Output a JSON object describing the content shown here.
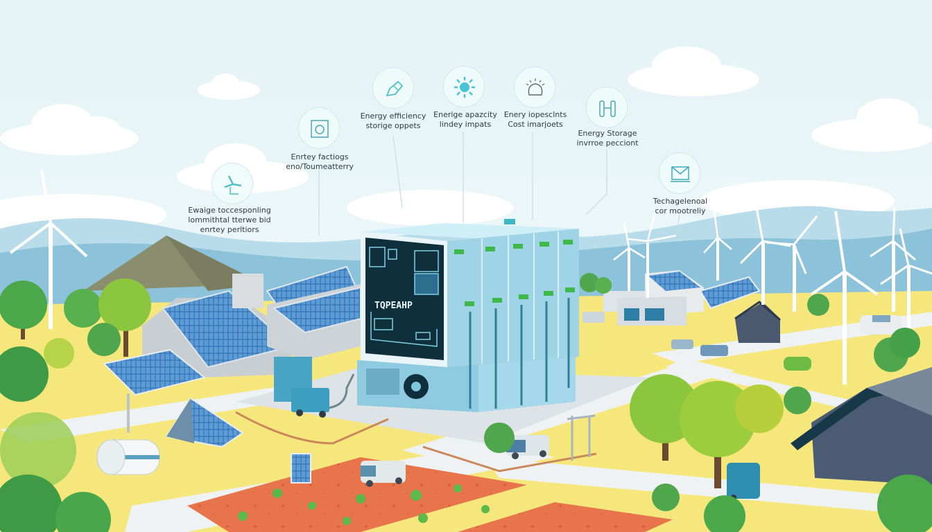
{
  "illustration": {
    "subject": "Renewable energy storage facility in an isometric landscape",
    "colors": {
      "sky_top": "#e4f4f7",
      "sky_bottom": "#f4fbfc",
      "mountains": "#8fc4dc",
      "mountains_far": "#b5dbe9",
      "ground_yellow": "#f5e67a",
      "ground_red": "#e8734a",
      "road": "#eef1f2",
      "building_blue": "#a9dcec",
      "panel_dark": "#0f2f3d",
      "solar_blue": "#3f7fbf",
      "tree_green": "#4fae4a",
      "house_dark": "#4a5a72",
      "accent_teal": "#3fb6c4"
    }
  },
  "callouts": [
    {
      "id": "wind",
      "icon": "wind-turbine-icon",
      "line1": "Ewaige toccesponling",
      "line2": "lommithtal tterwe bid",
      "line3": "enrtey perltiors"
    },
    {
      "id": "storage-box",
      "icon": "water-drop-box-icon",
      "line1": "Enrtey factiogs",
      "line2": "eno/Toumeatterry"
    },
    {
      "id": "efficiency",
      "icon": "battery-plug-icon",
      "line1": "Energy efficiency",
      "line2": "storige oppets"
    },
    {
      "id": "capacity",
      "icon": "sun-icon",
      "line1": "Enerige apazcity",
      "line2": "lindey impats"
    },
    {
      "id": "impacts",
      "icon": "lightbulb-icon",
      "line1": "Enery iopesclnts",
      "line2": "Cost imarjoets"
    },
    {
      "id": "energy-storage",
      "icon": "rack-icon",
      "line1": "Energy Storage",
      "line2": "invrroe pecciont"
    },
    {
      "id": "technology",
      "icon": "envelope-screen-icon",
      "line1": "Techagelenoal",
      "line2": "cor mootreliy"
    }
  ],
  "facility": {
    "panel_text": "TQPEAHP"
  }
}
